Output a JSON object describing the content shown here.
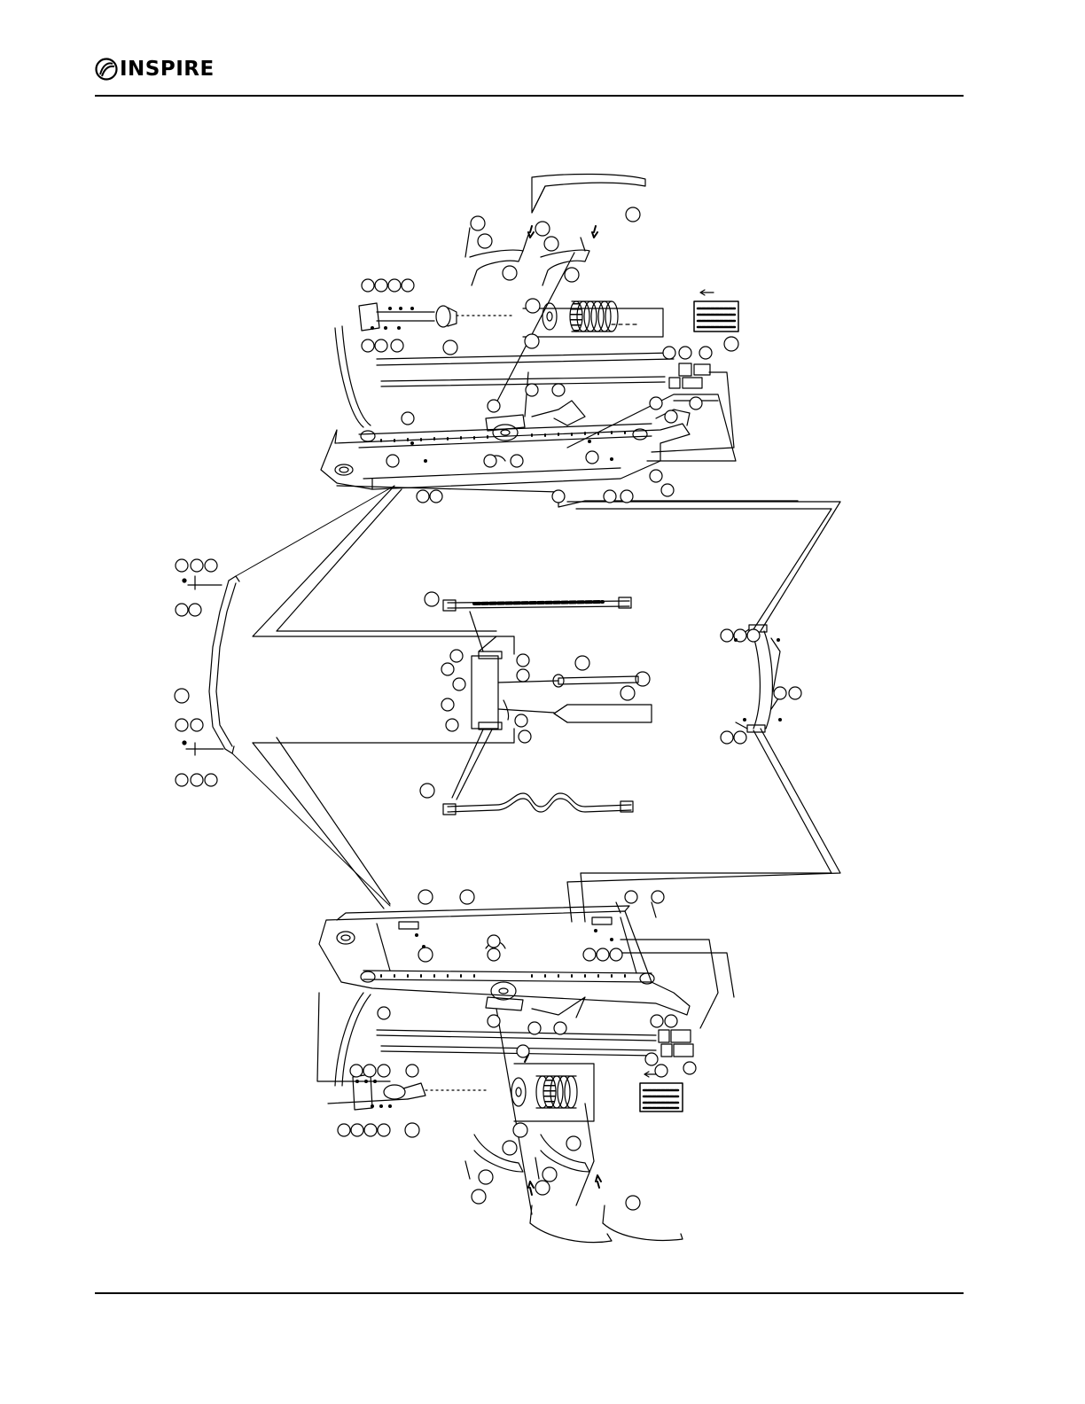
{
  "header": {
    "brand": "INSPIRE",
    "logo_icon": "inspire-logo-icon"
  },
  "diagram": {
    "type": "exploded-parts-view",
    "callout_labels": "unnumbered"
  }
}
